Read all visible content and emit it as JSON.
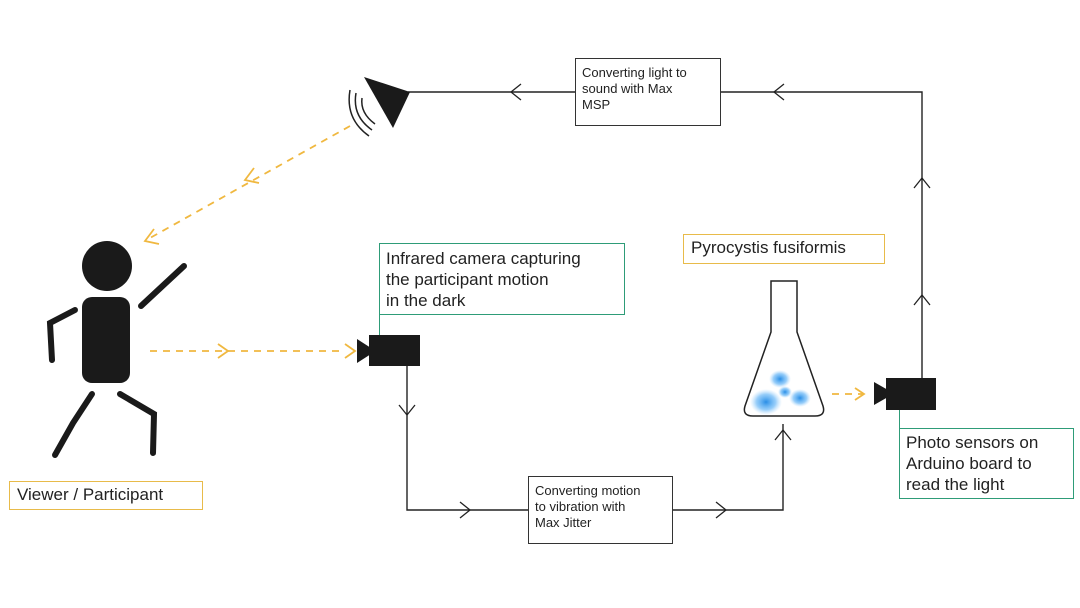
{
  "labels": {
    "viewer": "Viewer / Participant",
    "organism": "Pyrocystis fusiformis",
    "camera_lines": [
      "Infrared camera capturing",
      "the participant motion",
      "in the dark"
    ],
    "sensor_lines": [
      "Photo sensors on",
      "Arduino board to",
      "read the light"
    ]
  },
  "process_boxes": {
    "motion_lines": [
      "Converting motion",
      "to vibration with",
      "Max Jitter"
    ],
    "sound_lines": [
      "Converting light to",
      "sound with Max",
      "MSP"
    ]
  },
  "colors": {
    "line": "#222222",
    "dashed_arrow": "#f0b840",
    "label_border_orange": "#e8bb4a",
    "label_border_green": "#2e9c78",
    "figure": "#1a1a1a",
    "bioluminescence": "#2a8fe0"
  },
  "icons": [
    "stick-figure-icon",
    "speaker-icon",
    "video-camera-icon",
    "flask-icon"
  ]
}
